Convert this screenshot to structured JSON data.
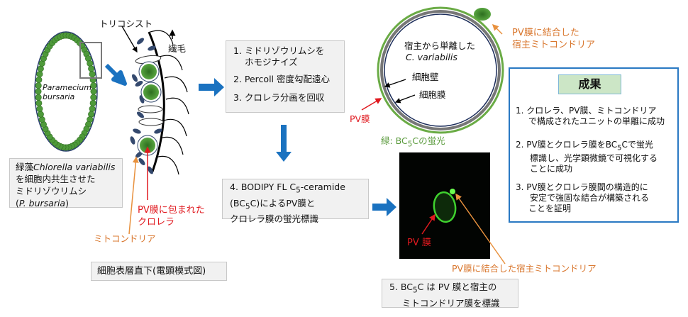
{
  "paramecium": {
    "name_line1": "Paramecium",
    "name_line2": "bursaria"
  },
  "caption_left": {
    "prefix": "緑藻",
    "species": "Chlorella variabilis",
    "line2": "を細胞内共生させた",
    "line3": "ミドリゾウリムシ",
    "line4_open": "(",
    "line4_species": "P. bursaria",
    "line4_close": ")"
  },
  "cross_section": {
    "trichocyst": "トリコシスト",
    "cilia": "繊毛",
    "pv_chlorella_1": "PV膜に包まれた",
    "pv_chlorella_2": "クロレラ",
    "mitochondria": "ミトコンドリア",
    "caption": "細胞表層直下(電顕模式図)"
  },
  "steps": {
    "s1a": "1. ミドリゾウリムシを",
    "s1b": "ホモジナイズ",
    "s2": "2. Percoll 密度勾配遠心",
    "s3": "3. クロレラ分画を回収"
  },
  "step4": {
    "l1a": "4. BODIPY FL C",
    "l1sub": "5",
    "l1b": "-ceramide",
    "l2a": "(BC",
    "l2sub": "5",
    "l2b": "C)によるPV膜と",
    "l3": "クロレラ膜の蛍光標識"
  },
  "isolated": {
    "title": "宿主から単離した",
    "species": "C. variabilis",
    "cell_wall": "細胞壁",
    "cell_membrane": "細胞膜",
    "pv_membrane": "PV膜",
    "mito_1": "PV膜に結合した",
    "mito_2": "宿主ミトコンドリア",
    "legend_a": "緑: BC",
    "legend_sub": "5",
    "legend_b": "Cの蛍光"
  },
  "fluorescence": {
    "pv_label": "PV 膜",
    "mito_label": "PV膜に結合した宿主ミトコンドリア"
  },
  "step5": {
    "l1a": "5. BC",
    "l1sub": "5",
    "l1b": "C は PV 膜と宿主の",
    "l2": "ミトコンドリア膜を標識"
  },
  "results": {
    "title": "成果",
    "r1a": "1.  クロレラ、PV膜、ミトコンドリア",
    "r1b": "で構成されたユニットの単離に成功",
    "r2a": "2.  PV膜とクロレラ膜をBC",
    "r2sub": "5",
    "r2b": "Cで蛍光",
    "r2c": "標識し、光学顕微鏡で可視化する",
    "r2d": "ことに成功",
    "r3a": "3.  PV膜とクロレラ膜間の構造的に",
    "r3b": "安定で強固な結合が構築される",
    "r3c": "ことを証明"
  },
  "colors": {
    "blue_arrow": "#1a72c0",
    "chlorella": "#4e9a3a",
    "results_border": "#2a79c3",
    "results_title_bg": "#cce6c6"
  }
}
